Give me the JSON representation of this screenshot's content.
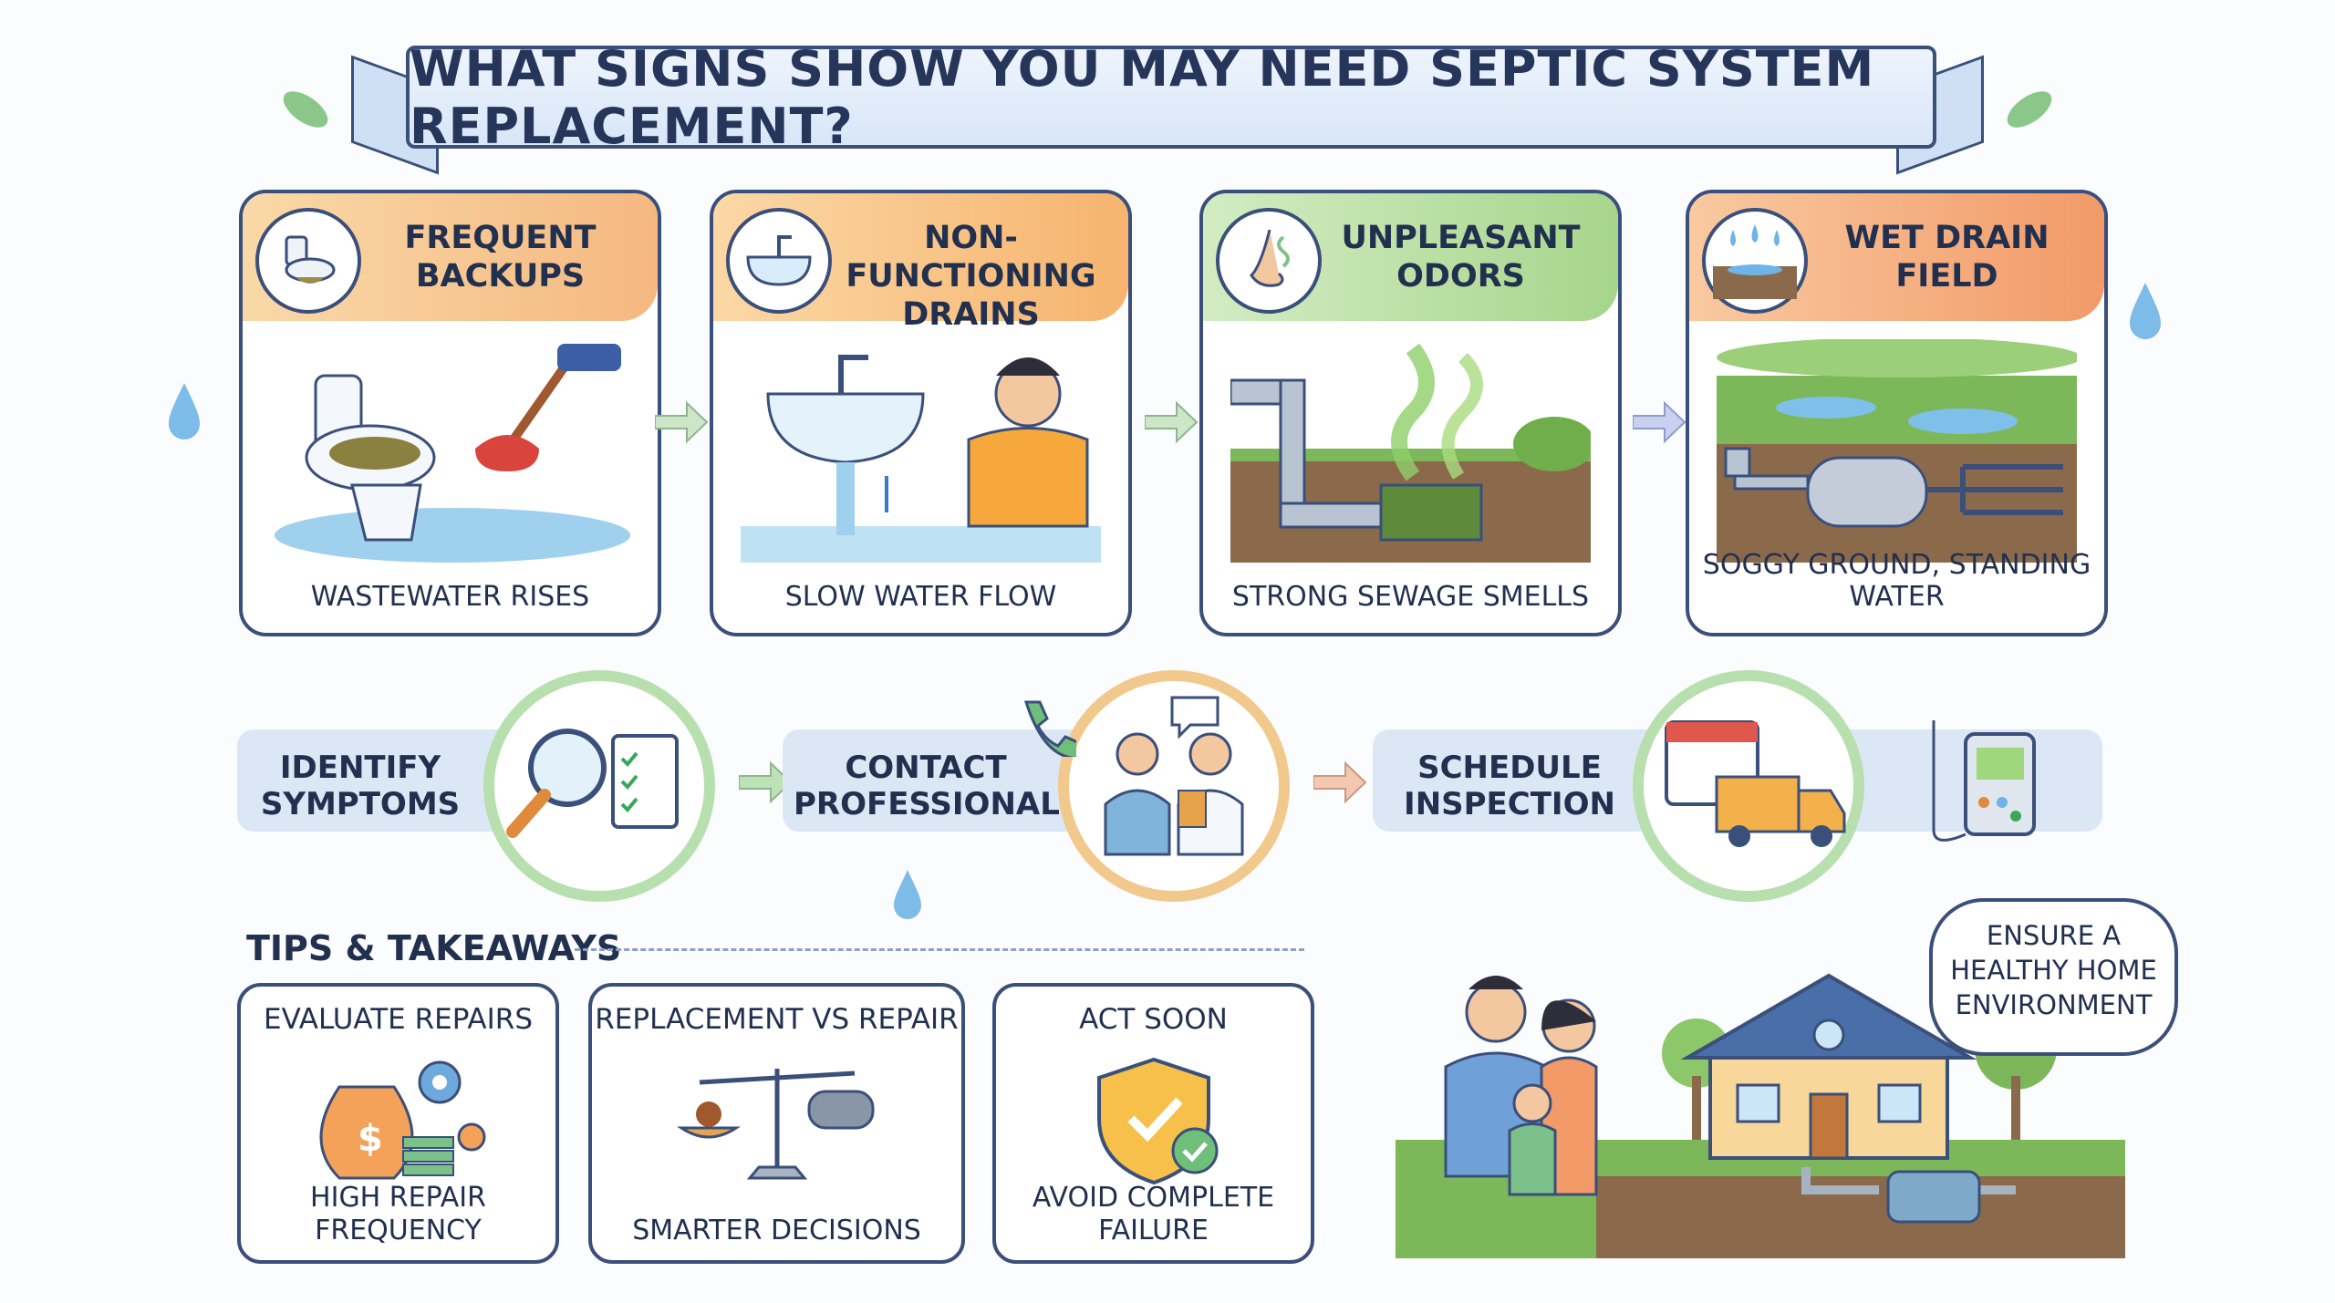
{
  "header": {
    "title": "WHAT SIGNS SHOW YOU MAY NEED SEPTIC SYSTEM REPLACEMENT?"
  },
  "signs": [
    {
      "title": "FREQUENT BACKUPS",
      "caption": "WASTEWATER RISES",
      "icon": "toilet-icon",
      "color": "#f6c79a"
    },
    {
      "title": "NON-FUNCTIONING DRAINS",
      "caption": "SLOW WATER FLOW",
      "icon": "sink-icon",
      "color": "#f8c17c"
    },
    {
      "title": "UNPLEASANT ODORS",
      "caption": "STRONG SEWAGE SMELLS",
      "icon": "nose-icon",
      "color": "#b7dc9c"
    },
    {
      "title": "WET DRAIN FIELD",
      "caption": "SOGGY GROUND, STANDING WATER",
      "icon": "water-drops-icon",
      "color": "#f4b07a"
    }
  ],
  "steps": [
    {
      "label": "IDENTIFY SYMPTOMS",
      "icon": "magnifier-checklist-icon"
    },
    {
      "label": "CONTACT PROFESSIONALS",
      "icon": "professionals-icon"
    },
    {
      "label": "SCHEDULE INSPECTION",
      "icon": "calendar-truck-icon"
    }
  ],
  "tips": {
    "heading": "TIPS & TAKEAWAYS",
    "items": [
      {
        "title": "EVALUATE REPAIRS",
        "caption": "HIGH REPAIR FREQUENCY",
        "icon": "money-bag-gear-icon"
      },
      {
        "title": "REPLACEMENT VS REPAIR",
        "caption": "SMARTER DECISIONS",
        "icon": "balance-scale-icon"
      },
      {
        "title": "ACT SOON",
        "caption": "AVOID COMPLETE FAILURE",
        "icon": "shield-check-icon"
      }
    ]
  },
  "home": {
    "bubble": "ENSURE A HEALTHY HOME ENVIRONMENT",
    "icon": "family-house-icon"
  },
  "colors": {
    "outline": "#3a4f7a",
    "text": "#22304f",
    "accent_green": "#7cc08a",
    "accent_orange": "#f4a25a",
    "water": "#6fb4e6"
  }
}
